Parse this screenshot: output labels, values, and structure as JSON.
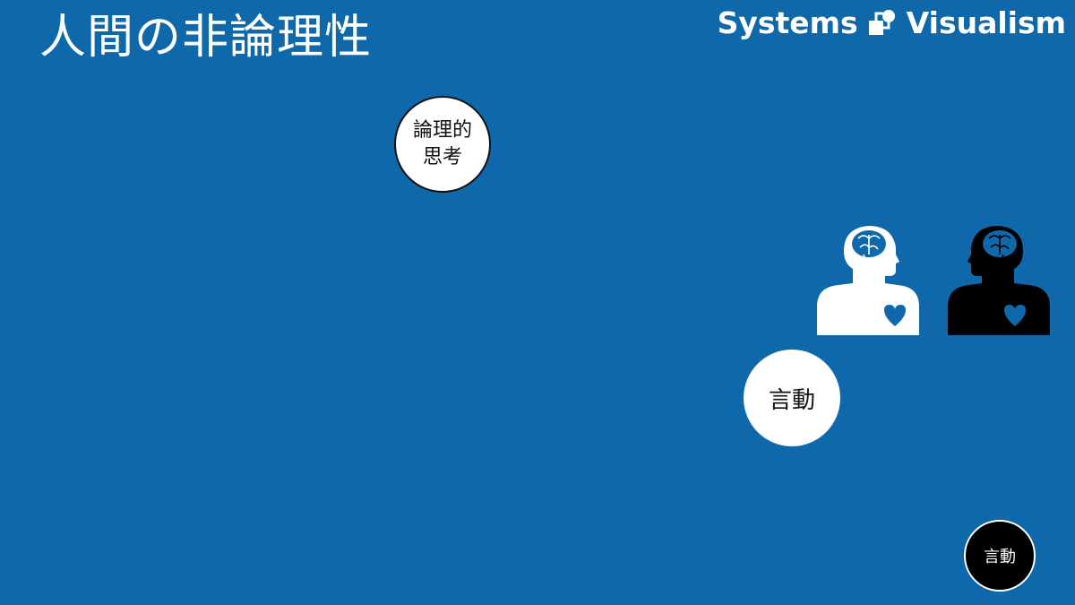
{
  "title": "人間の非論理性",
  "brand": {
    "left": "Systems",
    "right": "Visualism",
    "icon": "systems-visualism-logo-icon"
  },
  "nodes": {
    "logical_line1": "論理的",
    "logical_line2": "思考",
    "action_large": "言動",
    "action_small": "言動"
  },
  "figures": [
    {
      "name": "person-white",
      "body_color": "#ffffff",
      "icons": [
        "brain-icon",
        "heart-icon"
      ]
    },
    {
      "name": "person-black",
      "body_color": "#000000",
      "icons": [
        "brain-icon",
        "heart-icon"
      ]
    }
  ],
  "colors": {
    "background": "#0f68a9",
    "accent": "#0f68a9",
    "white": "#ffffff",
    "black": "#000000"
  }
}
